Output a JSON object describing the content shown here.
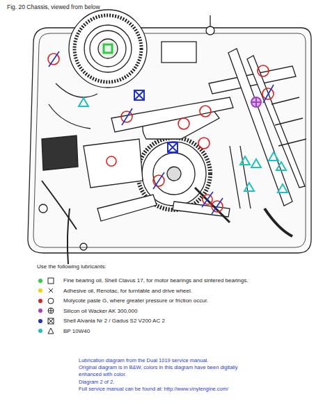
{
  "diagram": {
    "title": "Fig. 20 Chassis, viewed from below",
    "labels": [
      "Use the following lubricants:",
      "Lubrication diagram from the Dual 1019 service manual.",
      "Original diagram is in B&W, colors in this diagram have been digitally enhanced with color.",
      "Diagram 2 of 2.",
      "Full service manual can be found at: http://www.vinylengine.com/"
    ],
    "legend": [
      {
        "text": "Fine bearing oil, Shell Clavus 17, for motor bearings and sintered bearings.",
        "color": "#2ecc40"
      },
      {
        "text": "Adhesive oil, Renotac, for turntable and drive wheel.",
        "color": "#e8d800"
      },
      {
        "text": "Molycote paste G, where greater pressure or friction occur.",
        "color": "#e02020"
      },
      {
        "text": "Silicon oil Wacker AK 300,000",
        "color": "#a040c0"
      },
      {
        "text": "Shell Alvania Nr 2 / Gadus S2 V200 AC 2",
        "color": "#2030d0"
      },
      {
        "text": "BP 10W40",
        "color": "#20c0c0"
      }
    ]
  }
}
